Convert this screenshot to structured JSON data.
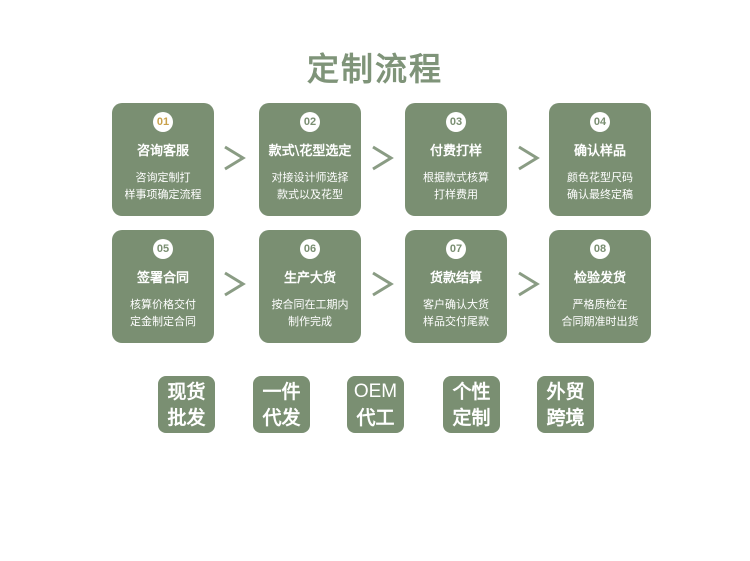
{
  "title": "定制流程",
  "steps": [
    {
      "num": "01",
      "title": "咨询客服",
      "desc1": "咨询定制打",
      "desc2": "样事项确定流程"
    },
    {
      "num": "02",
      "title": "款式\\花型选定",
      "desc1": "对接设计师选择",
      "desc2": "款式以及花型"
    },
    {
      "num": "03",
      "title": "付费打样",
      "desc1": "根据款式核算",
      "desc2": "打样费用"
    },
    {
      "num": "04",
      "title": "确认样品",
      "desc1": "颜色花型尺码",
      "desc2": "确认最终定稿"
    },
    {
      "num": "05",
      "title": "签署合同",
      "desc1": "核算价格交付",
      "desc2": "定金制定合同"
    },
    {
      "num": "06",
      "title": "生产大货",
      "desc1": "按合同在工期内",
      "desc2": "制作完成"
    },
    {
      "num": "07",
      "title": "货款结算",
      "desc1": "客户确认大货",
      "desc2": "样品交付尾款"
    },
    {
      "num": "08",
      "title": "检验发货",
      "desc1": "严格质检在",
      "desc2": "合同期准时出货"
    }
  ],
  "services": [
    {
      "line1": "现货",
      "line2": "批发"
    },
    {
      "line1": "一件",
      "line2": "代发"
    },
    {
      "line1": "OEM",
      "line2": "代工"
    },
    {
      "line1": "个性",
      "line2": "定制"
    },
    {
      "line1": "外贸",
      "line2": "跨境"
    }
  ],
  "colors": {
    "card": "#7a8f72",
    "title": "#7f9479",
    "arrow": "#8a9c84",
    "first_num": "#c9a14b"
  },
  "icons": {
    "arrow": "chevron-right-icon"
  }
}
